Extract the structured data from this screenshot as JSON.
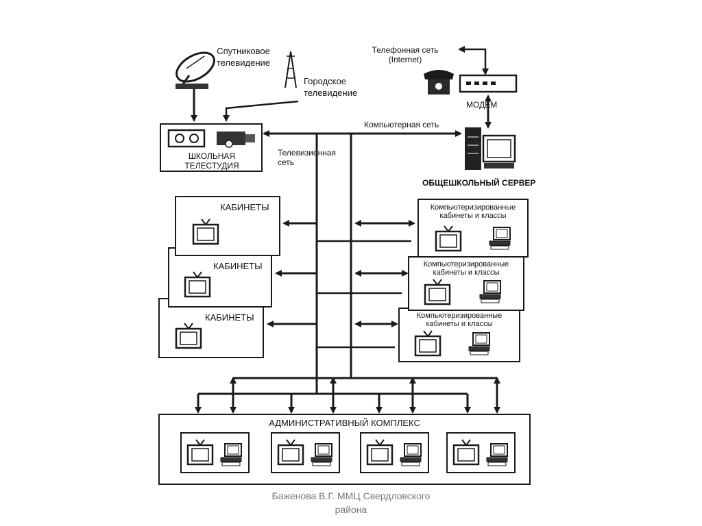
{
  "labels": {
    "satellite_tv": "Спутниковое\nтелевидение",
    "city_tv": "Городское\nтелевидение",
    "phone_net": "Телефонная сеть\n(Internet)",
    "modem": "МОДЕМ",
    "computer_net": "Компьютерная сеть",
    "tv_net": "Телевизионная\nсеть",
    "school_studio": "ШКОЛЬНАЯ\nТЕЛЕСТУДИЯ",
    "school_server": "ОБЩЕШКОЛЬНЫЙ СЕРВЕР",
    "cabinets_1": "КАБИНЕТЫ",
    "cabinets_2": "КАБИНЕТЫ",
    "cabinets_3": "КАБИНЕТЫ",
    "comp_cab_1": "Компьютеризированные\nкабинеты и классы",
    "comp_cab_2": "Компьютеризированные\nкабинеты и классы",
    "comp_cab_3": "Компьютеризированные\nкабинеты и классы",
    "admin_complex": "АДМИНИСТРАТИВНЫЙ КОМПЛЕКС"
  },
  "footer": {
    "line1": "Баженова В.Г. ММЦ Свердловского",
    "line2": "района"
  },
  "colors": {
    "ink": "#1a1a1a",
    "footer_text": "#777777"
  }
}
